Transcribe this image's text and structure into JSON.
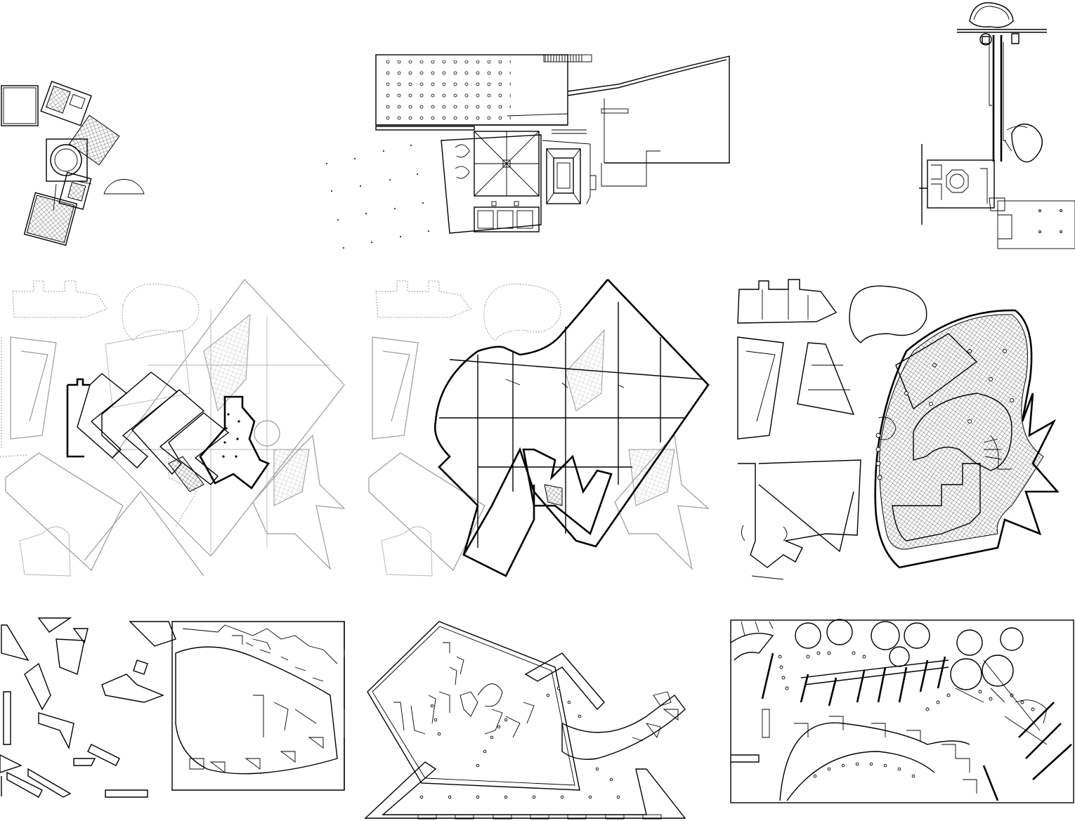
{
  "sheet": {
    "kind": "architectural plan drawing sheet",
    "rows": 3,
    "columns": 3
  },
  "panels": [
    {
      "id": "plan-a",
      "row": 1,
      "col": 1,
      "style": "black line plan with hatched rotated rooms"
    },
    {
      "id": "plan-b",
      "row": 1,
      "col": 2,
      "style": "black line plan with column grid and courtyard"
    },
    {
      "id": "plan-c",
      "row": 1,
      "col": 3,
      "style": "black line plan, long vertical wing"
    },
    {
      "id": "overlay-a",
      "row": 2,
      "col": 1,
      "style": "grey overlay with black zig-zag slabs"
    },
    {
      "id": "overlay-b",
      "row": 2,
      "col": 2,
      "style": "grey overlay with black diamond grid"
    },
    {
      "id": "overlay-c",
      "row": 2,
      "col": 3,
      "style": "black plan with hatched curved wing"
    },
    {
      "id": "figure-ground-a",
      "row": 3,
      "col": 1,
      "style": "framed figure-ground fragments"
    },
    {
      "id": "figure-ground-b",
      "row": 3,
      "col": 2,
      "style": "rotated square and triangle compositions"
    },
    {
      "id": "figure-ground-c",
      "row": 3,
      "col": 3,
      "style": "framed dense fragment field with circles"
    }
  ],
  "colors": {
    "ink": "#000000",
    "ghost": "#9a9a9a",
    "paper": "#ffffff"
  }
}
